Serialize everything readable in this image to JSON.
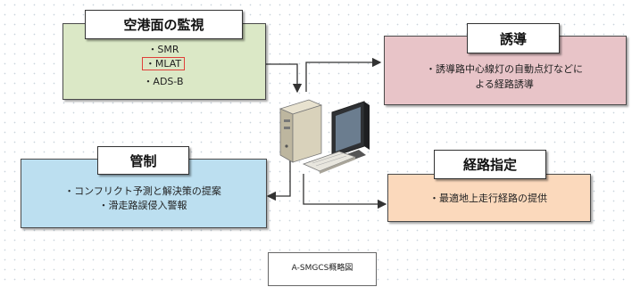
{
  "surveillance": {
    "title": "空港面の監視",
    "items": [
      "・SMR",
      "・MLAT",
      "・ADS-B"
    ],
    "highlight_color": "#e0403a",
    "fill": "#dbe8c6"
  },
  "guidance": {
    "title": "誘導",
    "lines": [
      "・誘導路中心線灯の自動点灯などに",
      "よる経路誘導"
    ],
    "fill": "#e8c4c8"
  },
  "control": {
    "title": "管制",
    "lines": [
      "・コンフリクト予測と解決策の提案",
      "・滑走路誤侵入警報"
    ],
    "fill": "#bcdff0"
  },
  "routing": {
    "title": "経路指定",
    "lines": [
      "・最適地上走行経路の提供"
    ],
    "fill": "#fbd9bc"
  },
  "caption": "A-SMGCS概略図",
  "icons": [
    "computer-icon"
  ]
}
